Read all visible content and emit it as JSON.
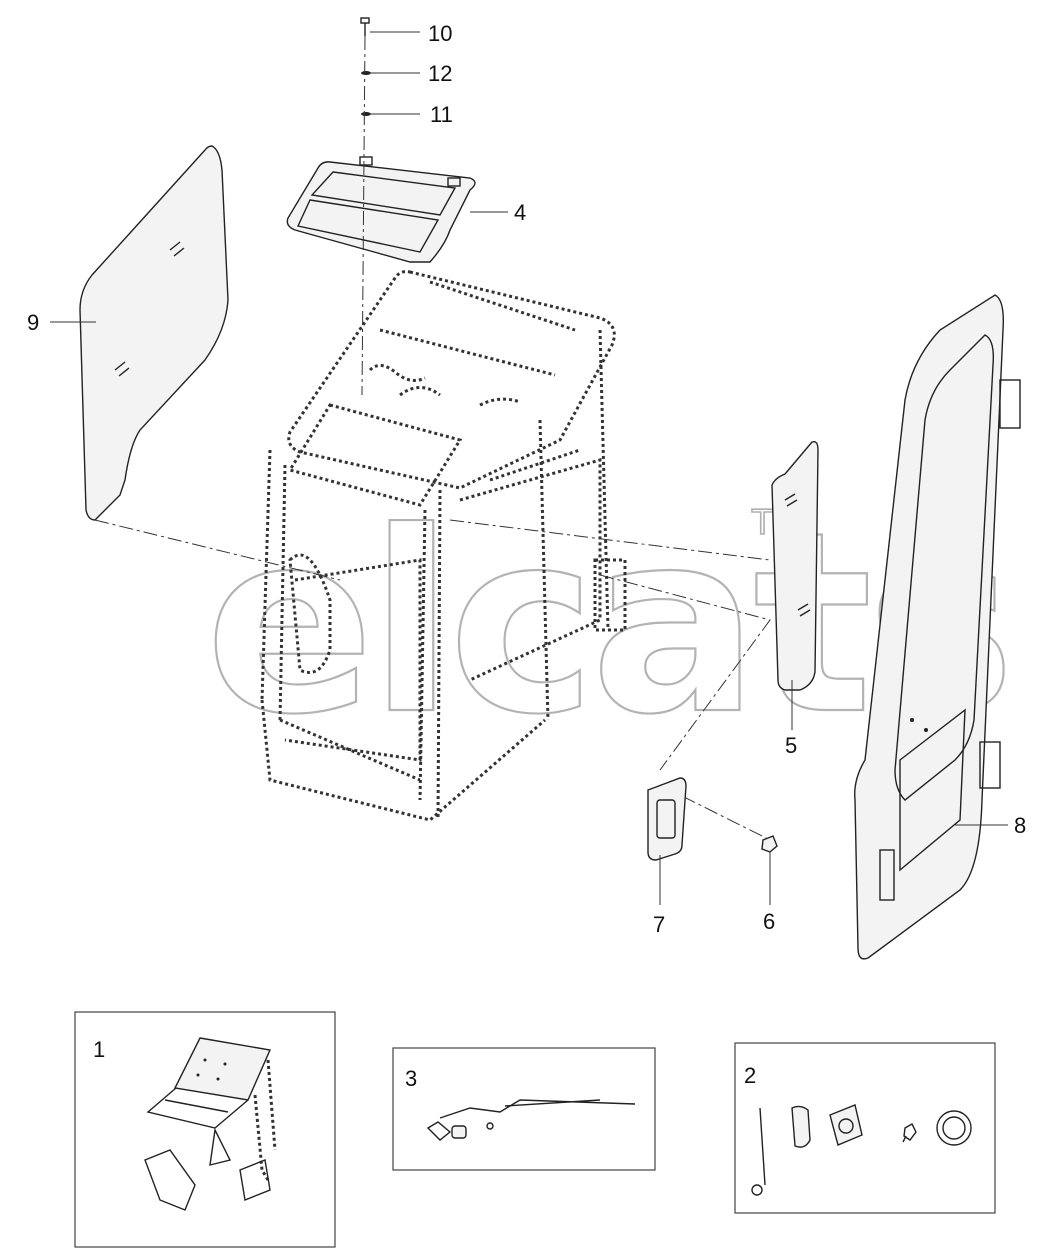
{
  "callouts": {
    "c1": "1",
    "c2": "2",
    "c3": "3",
    "c4": "4",
    "c5": "5",
    "c6": "6",
    "c7": "7",
    "c8": "8",
    "c9": "9",
    "c10": "10",
    "c11": "11",
    "c12": "12"
  },
  "watermark": {
    "text": "elcats",
    "tm": "TM"
  }
}
